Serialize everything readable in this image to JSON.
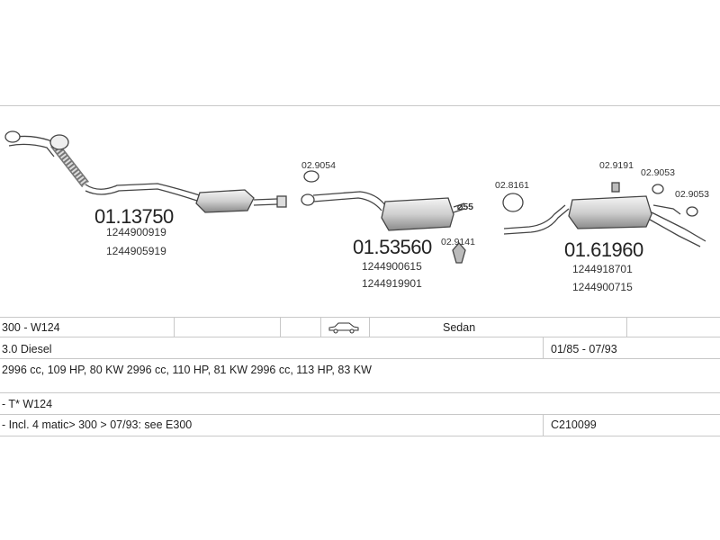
{
  "parts": [
    {
      "number": "01.13750",
      "oem": [
        "1244900919",
        "1244905919"
      ]
    },
    {
      "number": "01.53560",
      "oem": [
        "1244900615",
        "1244919901"
      ]
    },
    {
      "number": "01.61960",
      "oem": [
        "1244918701",
        "1244900715"
      ]
    }
  ],
  "accessories": [
    {
      "number": "02.9054"
    },
    {
      "number": "02.9141"
    },
    {
      "number": "02.8161"
    },
    {
      "number": "02.9191"
    },
    {
      "number": "02.9053"
    },
    {
      "number": "02.9053"
    }
  ],
  "pipe_diameter": "⌀55",
  "info": {
    "model": "300 - W124",
    "body_type": "Sedan",
    "engine": "3.0 Diesel",
    "production": "01/85 - 07/93",
    "specs": "2996 cc, 109 HP, 80 KW 2996 cc, 110 HP, 81 KW 2996 cc, 113 HP, 83 KW",
    "type_code": "- T* W124",
    "note": "- Incl. 4 matic> 300 > 07/93: see E300",
    "catalog_code": "C210099"
  },
  "icons": {
    "car": "sedan-car-icon"
  },
  "colors": {
    "line": "#c8c8c8",
    "part_stroke": "#444444",
    "part_fill": "#d9d9d9"
  }
}
